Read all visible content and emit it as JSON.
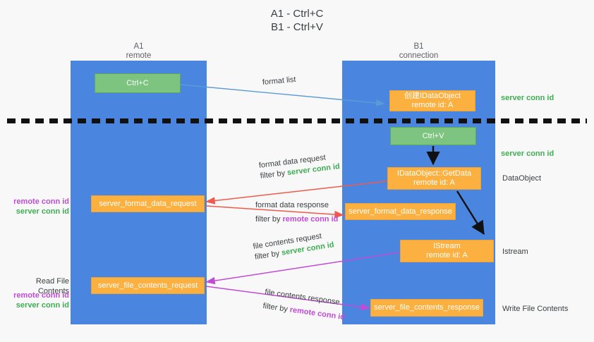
{
  "title": {
    "line1": "A1 - Ctrl+C",
    "line2": "B1 - Ctrl+V"
  },
  "lanes": [
    {
      "name": "A1",
      "sub": "remote"
    },
    {
      "name": "B1",
      "sub": "connection"
    }
  ],
  "nodes": {
    "ctrl_c": "Ctrl+C",
    "ctrl_v": "Ctrl+V",
    "data_object_create_l1": "创建IDataObject",
    "data_object_create_l2": "remote id: A",
    "get_data_l1": "IDataObject::GetData",
    "get_data_l2": "remote id: A",
    "istream_l1": "IStream",
    "istream_l2": "remote id: A",
    "server_format_data_request": "server_format_data_request",
    "server_format_data_response": "server_format_data_response",
    "server_file_contents_request": "server_file_contents_request",
    "server_file_contents_response": "server_file_contents_response"
  },
  "annotations": {
    "format_list": "format list",
    "format_data_request": "format data request",
    "format_data_request_filter_prefix": "filter by ",
    "format_data_request_filter_key": "server conn id",
    "format_data_response": "format data response",
    "format_data_response_filter_prefix": "filter by ",
    "format_data_response_filter_key": "remote conn id",
    "file_contents_request": "file contents request",
    "file_contents_request_filter_prefix": "filter by ",
    "file_contents_request_filter_key": "server conn id",
    "file_contents_response": "file contents response",
    "file_contents_response_filter_prefix": "filter by ",
    "file_contents_response_filter_key": "remote conn id"
  },
  "left_labels": {
    "mid_remote": "remote conn id",
    "mid_server": "server conn id",
    "read_file_contents": "Read File Contents",
    "low_remote": "remote conn id",
    "low_server": "server conn id"
  },
  "right_labels": {
    "server_conn_id_top": "server conn id",
    "server_conn_id_mid": "server conn id",
    "data_object": "DataObject",
    "istream": "Istream",
    "write_file_contents": "Write File Contents"
  },
  "colors": {
    "lane": "#4a86df",
    "green_box": "#7cc47f",
    "orange_box": "#fbb24a",
    "green_text": "#3fae52",
    "magenta_text": "#c04bd6",
    "blue_arrow": "#5b9bd5",
    "red_arrow": "#ef5a4c",
    "black_arrow": "#111111",
    "magenta_arrow": "#c04bd6",
    "background": "#f8f8f8"
  }
}
